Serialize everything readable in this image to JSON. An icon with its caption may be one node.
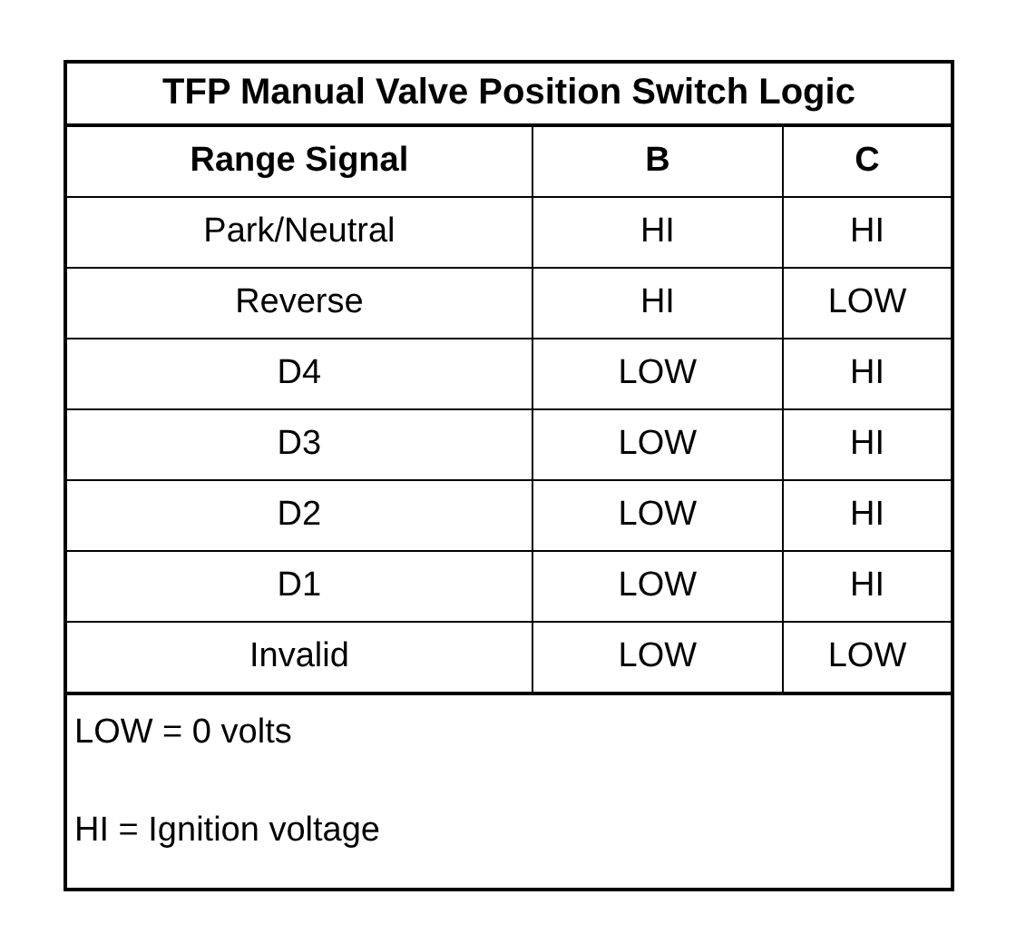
{
  "diagram": {
    "title": "TFP Manual Valve Position Switch Logic",
    "labels": [
      "Range Signal",
      "B",
      "C",
      "Park/Neutral",
      "HI",
      "HI",
      "Reverse",
      "HI",
      "LOW",
      "D4",
      "LOW",
      "HI",
      "D3",
      "LOW",
      "HI",
      "D2",
      "LOW",
      "HI",
      "D1",
      "LOW",
      "HI",
      "Invalid",
      "LOW",
      "LOW",
      "LOW = 0 volts",
      "HI = Ignition voltage"
    ]
  }
}
